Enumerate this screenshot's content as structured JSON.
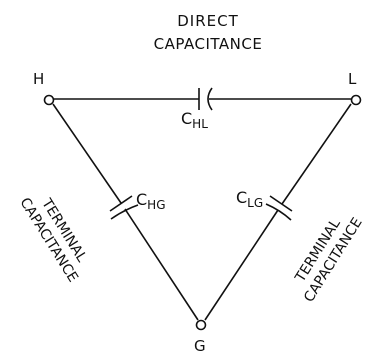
{
  "heading": {
    "line1": "DIRECT",
    "line2": "CAPACITANCE"
  },
  "nodes": {
    "high": "H",
    "low": "L",
    "ground": "G"
  },
  "capacitors": {
    "hl": {
      "main": "C",
      "sub": "HL"
    },
    "hg": {
      "main": "C",
      "sub": "HG"
    },
    "lg": {
      "main": "C",
      "sub": "LG"
    }
  },
  "side_labels": {
    "left": {
      "line1": "TERMINAL",
      "line2": "CAPACITANCE"
    },
    "right": {
      "line1": "TERMINAL",
      "line2": "CAPACITANCE"
    }
  },
  "colors": {
    "ink": "#111111",
    "background": "#ffffff"
  }
}
